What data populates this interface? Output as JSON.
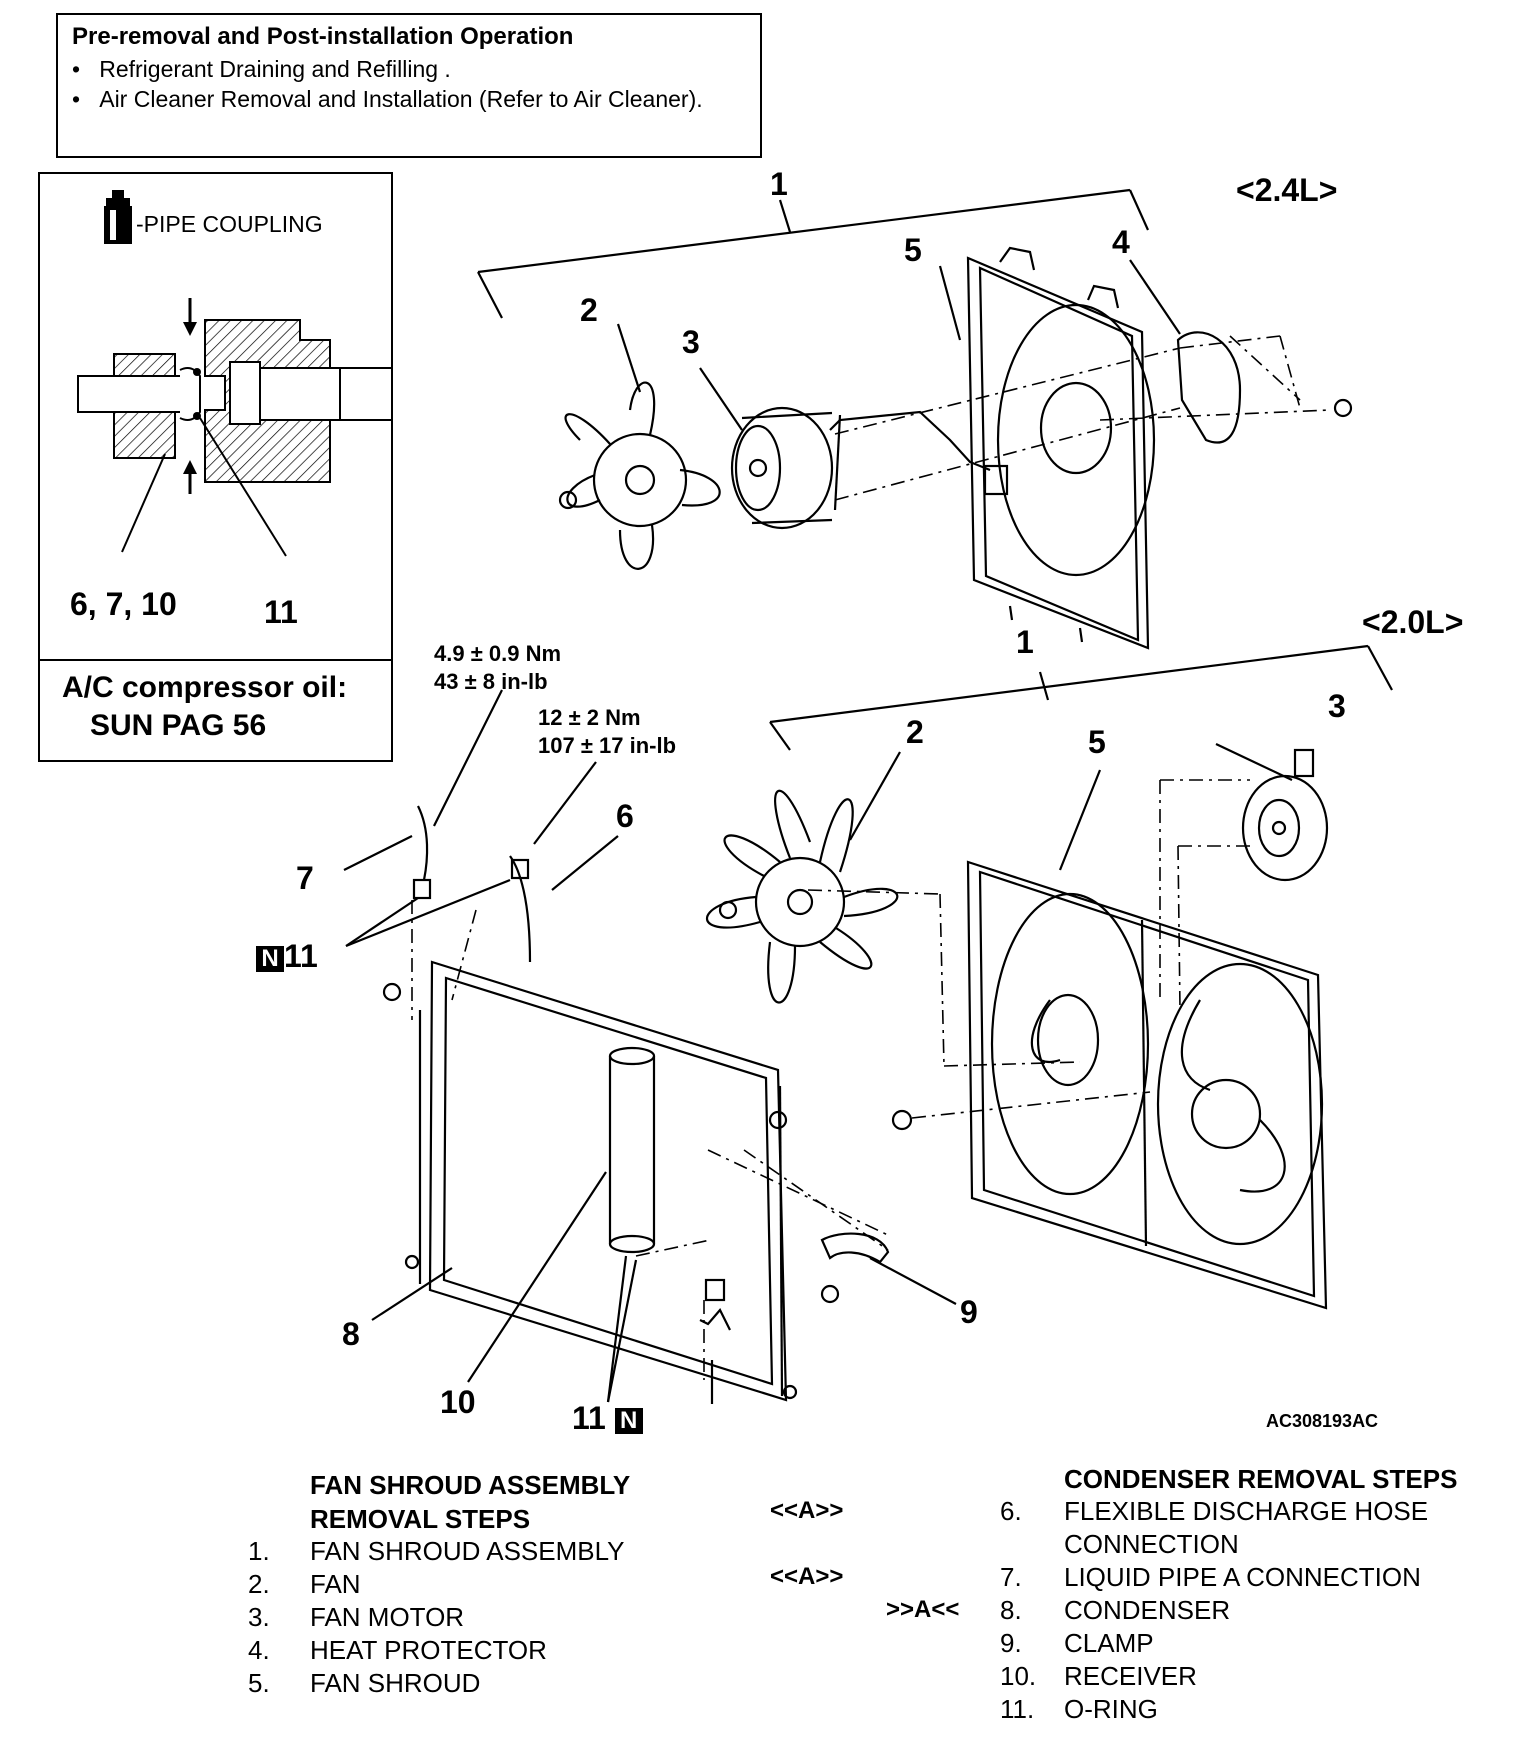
{
  "pre_op": {
    "title": "Pre-removal and Post-installation Operation",
    "items": [
      "Refrigerant Draining and Refilling .",
      "Air Cleaner Removal and Installation (Refer to Air Cleaner)."
    ]
  },
  "inset": {
    "coupling_label": "-PIPE COUPLING",
    "callout_left": "6, 7, 10",
    "callout_right": "11",
    "oil_line1": "A/C compressor oil:",
    "oil_line2": "SUN PAG 56"
  },
  "variants": {
    "v24": "<2.4L>",
    "v20": "<2.0L>"
  },
  "callouts_24": {
    "c1": "1",
    "c2": "2",
    "c3": "3",
    "c4": "4",
    "c5": "5"
  },
  "callouts_20": {
    "c1": "1",
    "c2": "2",
    "c3": "3",
    "c5": "5"
  },
  "callouts_condenser": {
    "c6": "6",
    "c7": "7",
    "c8": "8",
    "c9": "9",
    "c10": "10",
    "c11a": "11",
    "c11b": "11",
    "n_badge": "N"
  },
  "torque": {
    "t1_nm": "4.9 ± 0.9 Nm",
    "t1_inlb": "43 ± 8 in-lb",
    "t2_nm": "12 ± 2 Nm",
    "t2_inlb": "107 ± 17 in-lb"
  },
  "figure_code": "AC308193AC",
  "fan_steps": {
    "title_line1": "FAN SHROUD ASSEMBLY",
    "title_line2": "REMOVAL STEPS",
    "items": [
      {
        "num": "1.",
        "label": "FAN SHROUD ASSEMBLY"
      },
      {
        "num": "2.",
        "label": "FAN"
      },
      {
        "num": "3.",
        "label": "FAN MOTOR"
      },
      {
        "num": "4.",
        "label": "HEAT PROTECTOR"
      },
      {
        "num": "5.",
        "label": "FAN SHROUD"
      }
    ]
  },
  "condenser_steps": {
    "title": "CONDENSER REMOVAL STEPS",
    "items": [
      {
        "mark": "<<A>>",
        "num": "6.",
        "label": "FLEXIBLE DISCHARGE HOSE",
        "label2": "CONNECTION"
      },
      {
        "mark": "<<A>>",
        "num": "7.",
        "label": "LIQUID PIPE A CONNECTION"
      },
      {
        "mark": ">>A<<",
        "num": "8.",
        "label": "CONDENSER"
      },
      {
        "mark": "",
        "num": "9.",
        "label": "CLAMP"
      },
      {
        "mark": "",
        "num": "10.",
        "label": "RECEIVER"
      },
      {
        "mark": "",
        "num": "11.",
        "label": "O-RING"
      }
    ]
  }
}
